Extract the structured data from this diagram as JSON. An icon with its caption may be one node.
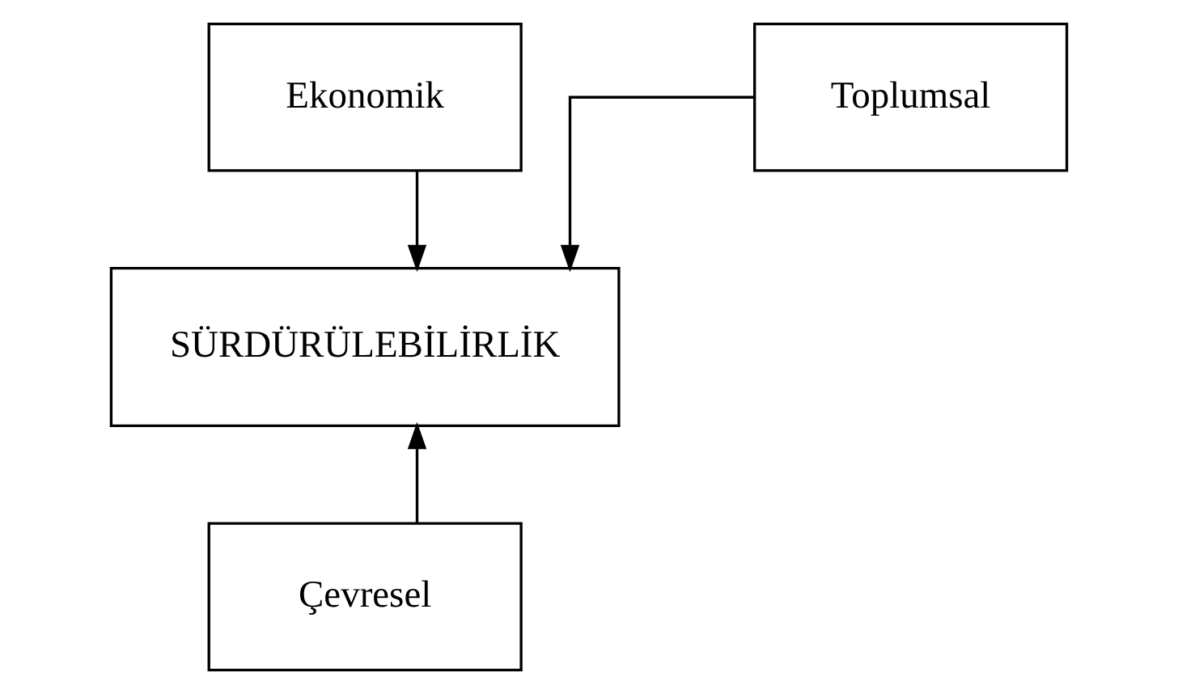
{
  "diagram": {
    "nodes": [
      {
        "text": [
          "Ekonomik"
        ]
      },
      {
        "text": [
          "Toplumsal"
        ]
      },
      {
        "text": [
          "SÜRDÜRÜLEBİLİRLİK"
        ]
      },
      {
        "text": [
          "Çevresel"
        ]
      }
    ],
    "edges": [
      {
        "from": 0,
        "to": 2,
        "arrow": "to"
      },
      {
        "from": 1,
        "to": 2,
        "arrow": "to"
      },
      {
        "from": 3,
        "to": 2,
        "arrow": "to"
      }
    ]
  }
}
